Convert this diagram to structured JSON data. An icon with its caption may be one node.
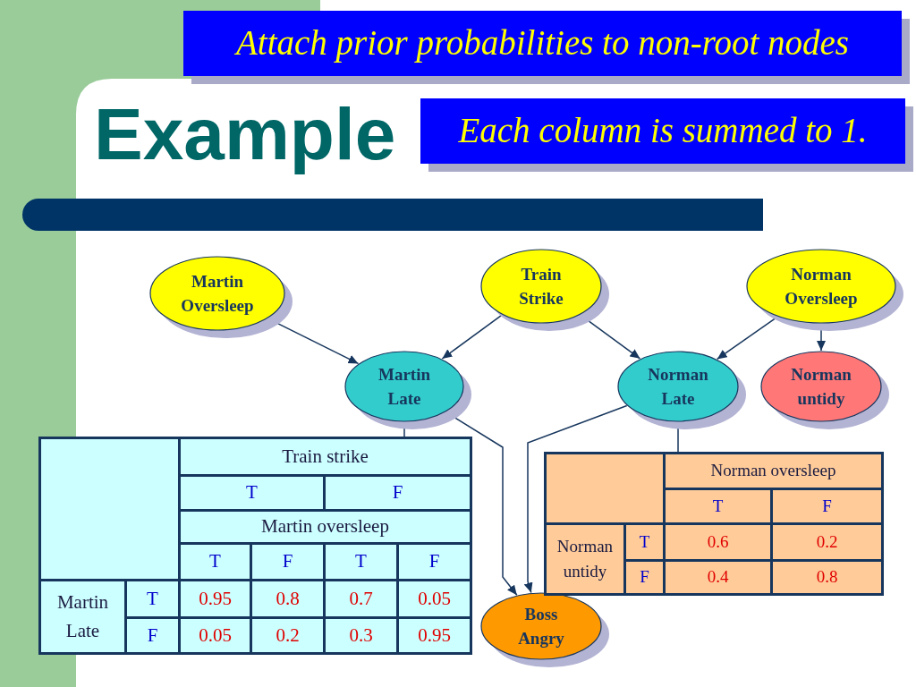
{
  "diagram": {
    "title": "Example",
    "nodes": [
      {
        "text": [
          "Attach prior probabilities to non-root nodes"
        ]
      },
      {
        "text": [
          "Each column is summed to 1."
        ]
      },
      {
        "text": [
          "Martin Oversleep"
        ]
      },
      {
        "text": [
          "Train Strike"
        ]
      },
      {
        "text": [
          "Norman Oversleep"
        ]
      },
      {
        "text": [
          "Martin Late"
        ]
      },
      {
        "text": [
          "Norman Late"
        ]
      },
      {
        "text": [
          "Norman untidy"
        ]
      },
      {
        "text": [
          "Boss Angry"
        ]
      },
      {
        "text": [
          "Train strike",
          "T",
          "F",
          "Martin oversleep",
          "T",
          "F",
          "T",
          "F",
          "Martin Late",
          "T",
          "0.95",
          "0.8",
          "0.7",
          "0.05",
          "F",
          "0.05",
          "0.2",
          "0.3",
          "0.95"
        ]
      },
      {
        "text": [
          "Norman oversleep",
          "T",
          "F",
          "Norman untidy",
          "T",
          "0.6",
          "0.2",
          "F",
          "0.4",
          "0.8"
        ]
      }
    ],
    "edges": [
      {
        "from": 2,
        "to": 5,
        "arrow": "to"
      },
      {
        "from": 3,
        "to": 5,
        "arrow": "to"
      },
      {
        "from": 3,
        "to": 6,
        "arrow": "to"
      },
      {
        "from": 4,
        "to": 6,
        "arrow": "to"
      },
      {
        "from": 4,
        "to": 7,
        "arrow": "to"
      },
      {
        "from": 5,
        "to": 9,
        "arrow": "none"
      },
      {
        "from": 6,
        "to": 10,
        "arrow": "none"
      },
      {
        "from": 5,
        "to": 8,
        "arrow": "to"
      },
      {
        "from": 6,
        "to": 8,
        "arrow": "to"
      }
    ]
  }
}
